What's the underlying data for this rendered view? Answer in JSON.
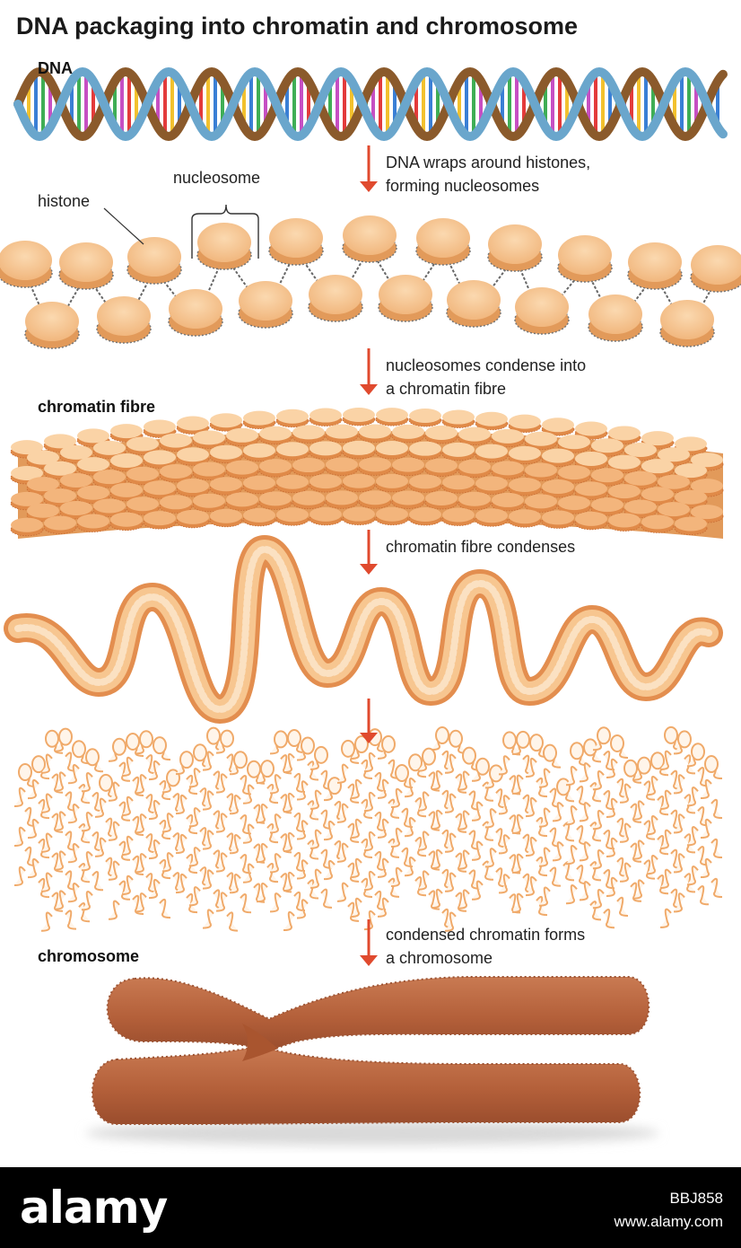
{
  "title": "DNA packaging into chromatin and chromosome",
  "sections": {
    "dna": "DNA",
    "chromatin_fibre": "chromatin fibre",
    "chromosome": "chromosome"
  },
  "labels": {
    "histone": "histone",
    "nucleosome": "nucleosome"
  },
  "steps": [
    {
      "line1": "DNA wraps around histones,",
      "line2": "forming nucleosomes"
    },
    {
      "line1": "nucleosomes condense into",
      "line2": "a chromatin fibre"
    },
    {
      "line1": "chromatin fibre condenses",
      "line2": ""
    },
    {
      "line1": "",
      "line2": ""
    },
    {
      "line1": "condensed chromatin forms",
      "line2": "a chromosome"
    }
  ],
  "watermark": {
    "brand": "alamy",
    "image_id": "BBJ858",
    "site": "www.alamy.com"
  },
  "colors": {
    "arrow": "#e04a2e",
    "histone": "#f6c690",
    "histone_dark": "#e29a5a",
    "fibre": "#f2b27a",
    "chromosome": "#b8623a",
    "dna_strand_blue": "#6aa6cc",
    "dna_strand_brown": "#8b5a2b"
  }
}
